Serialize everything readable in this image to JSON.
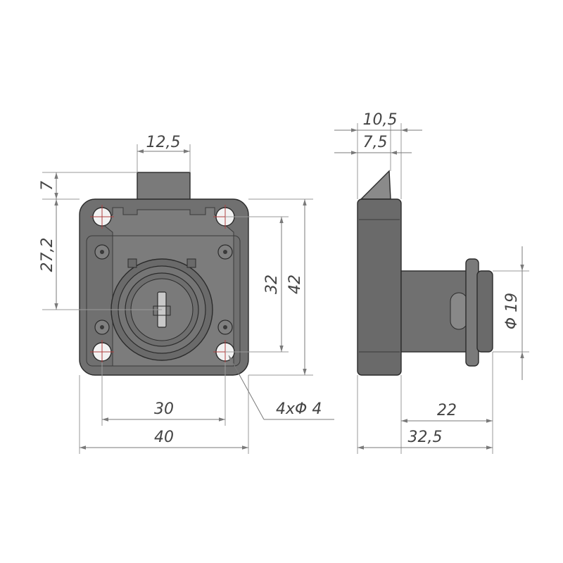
{
  "dimensions": {
    "tongue_width": "12,5",
    "tongue_height": "7",
    "key_offset": "27,2",
    "hole_spacing_vertical": "32",
    "body_height": "42",
    "hole_spacing_horizontal": "30",
    "body_width": "40",
    "holes": "4xΦ 4",
    "side_total_top": "10,5",
    "side_plate": "7,5",
    "cylinder_diameter": "Φ 19",
    "cylinder_length": "22",
    "total_depth": "32,5"
  },
  "colors": {
    "body": "#707070",
    "body_dark": "#5a5a5a",
    "face": "#8a8a8a",
    "cylinder": "#6c6c6c",
    "line": "#7a7a7a",
    "text": "#444444"
  }
}
